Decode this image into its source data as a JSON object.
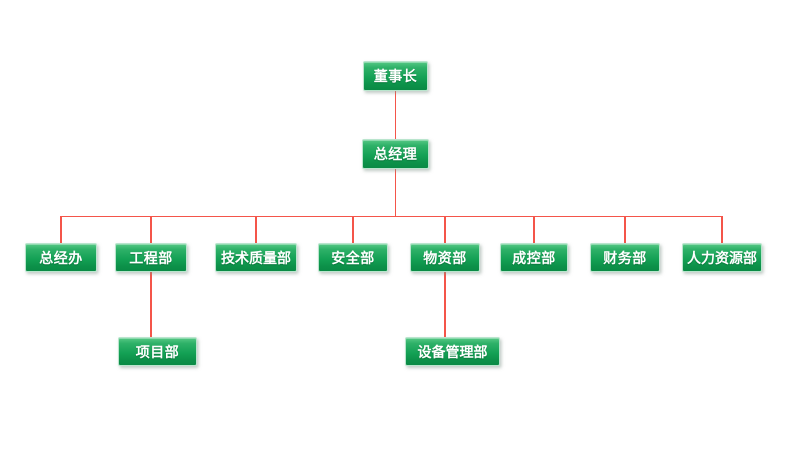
{
  "org_chart": {
    "type": "org-tree",
    "background_color": "#ffffff",
    "connector_color": "#f4554a",
    "node_fill_top": "#56c985",
    "node_fill_bottom": "#0a8a45",
    "node_border_color": "#b9e5cd",
    "node_text_color": "#ffffff",
    "nodes": {
      "chairman": {
        "label": "董事长",
        "parent": null
      },
      "general_manager": {
        "label": "总经理",
        "parent": "chairman"
      },
      "gm_office": {
        "label": "总经办",
        "parent": "general_manager"
      },
      "engineering": {
        "label": "工程部",
        "parent": "general_manager"
      },
      "tech_quality": {
        "label": "技术质量部",
        "parent": "general_manager"
      },
      "safety": {
        "label": "安全部",
        "parent": "general_manager"
      },
      "materials": {
        "label": "物资部",
        "parent": "general_manager"
      },
      "cost_control": {
        "label": "成控部",
        "parent": "general_manager"
      },
      "finance": {
        "label": "财务部",
        "parent": "general_manager"
      },
      "hr": {
        "label": "人力资源部",
        "parent": "general_manager"
      },
      "project": {
        "label": "项目部",
        "parent": "engineering"
      },
      "equipment_mgmt": {
        "label": "设备管理部",
        "parent": "materials"
      }
    }
  }
}
